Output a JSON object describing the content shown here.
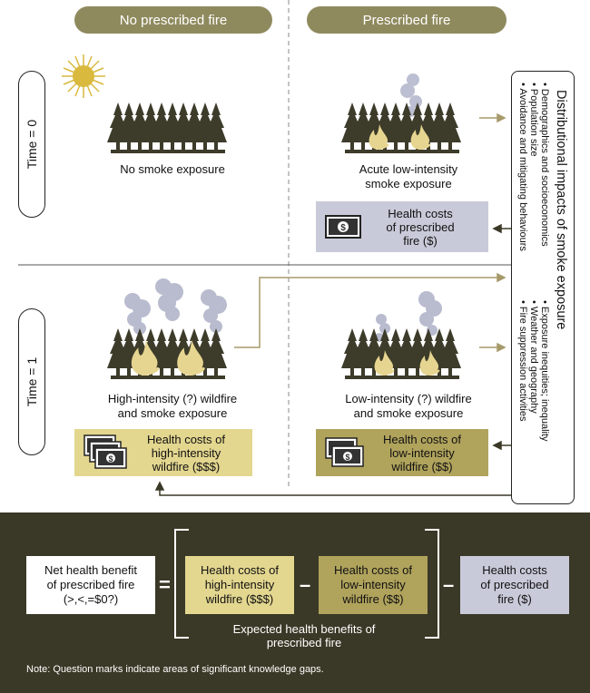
{
  "headers": {
    "no_fire": "No prescribed fire",
    "fire": "Prescribed fire"
  },
  "time_labels": {
    "t0": "Time = 0",
    "t1": "Time = 1"
  },
  "captions": {
    "no_smoke": "No smoke exposure",
    "acute_1": "Acute low-intensity",
    "acute_2": "smoke exposure",
    "high_1": "High-intensity (?) wildfire",
    "high_2": "and smoke exposure",
    "low_1": "Low-intensity (?) wildfire",
    "low_2": "and smoke exposure"
  },
  "cost_boxes": {
    "prescribed": {
      "l1": "Health costs",
      "l2": "of prescribed",
      "l3": "fire ($)"
    },
    "high": {
      "l1": "Health costs of",
      "l2": "high-intensity",
      "l3": "wildfire ($$$)"
    },
    "low": {
      "l1": "Health costs of",
      "l2": "low-intensity",
      "l3": "wildfire ($$)"
    }
  },
  "distributional": {
    "title": "Distributional impacts of smoke exposure",
    "col1": [
      "Demographics and socioeconomics",
      "Population size",
      "Avoidance and mitigating behaviours"
    ],
    "col2": [
      "Exposure inequities; inequality",
      "Weather and geography",
      "Fire suppression activities"
    ]
  },
  "equation": {
    "net": {
      "l1": "Net health benefit",
      "l2": "of prescribed fire",
      "l3": "(>,<,=$0?)"
    },
    "equals": "=",
    "minus": "–",
    "high": {
      "l1": "Health costs of",
      "l2": "high-intensity",
      "l3": "wildfire ($$$)"
    },
    "low": {
      "l1": "Health costs of",
      "l2": "low-intensity",
      "l3": "wildfire ($$)"
    },
    "prescribed": {
      "l1": "Health costs",
      "l2": "of prescribed",
      "l3": "fire ($)"
    },
    "bracket_1": "Expected health benefits of",
    "bracket_2": "prescribed fire"
  },
  "note": "Note: Question marks indicate areas of significant knowledge gaps.",
  "colors": {
    "pill": "#8f8a5e",
    "tree": "#3d3b2a",
    "flame": "#e6d590",
    "smoke": "#b9bccf",
    "cost_light": "#e3d68f",
    "cost_dark": "#b0a35c",
    "cost_grey": "#c9cad9",
    "bottom_bg": "#3a3826",
    "sun": "#d9b93e"
  }
}
